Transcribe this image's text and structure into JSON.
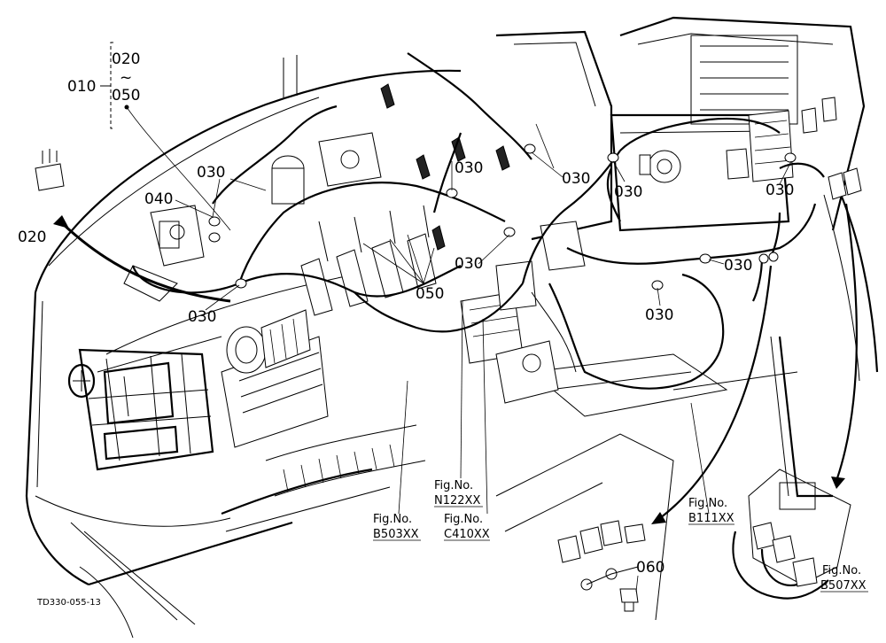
{
  "callouts": {
    "c010": "010",
    "c020_top": "020",
    "tilde": "~",
    "c050_top": "050",
    "c020": "020",
    "c040": "040",
    "c030": "030",
    "c050": "050",
    "c060": "060"
  },
  "fig_refs": {
    "prefix": "Fig.No.",
    "n122": "N122XX",
    "b503": "B503XX",
    "c410": "C410XX",
    "b111": "B111XX",
    "b507": "B507XX"
  },
  "drawing_id": "TD330-055-13"
}
